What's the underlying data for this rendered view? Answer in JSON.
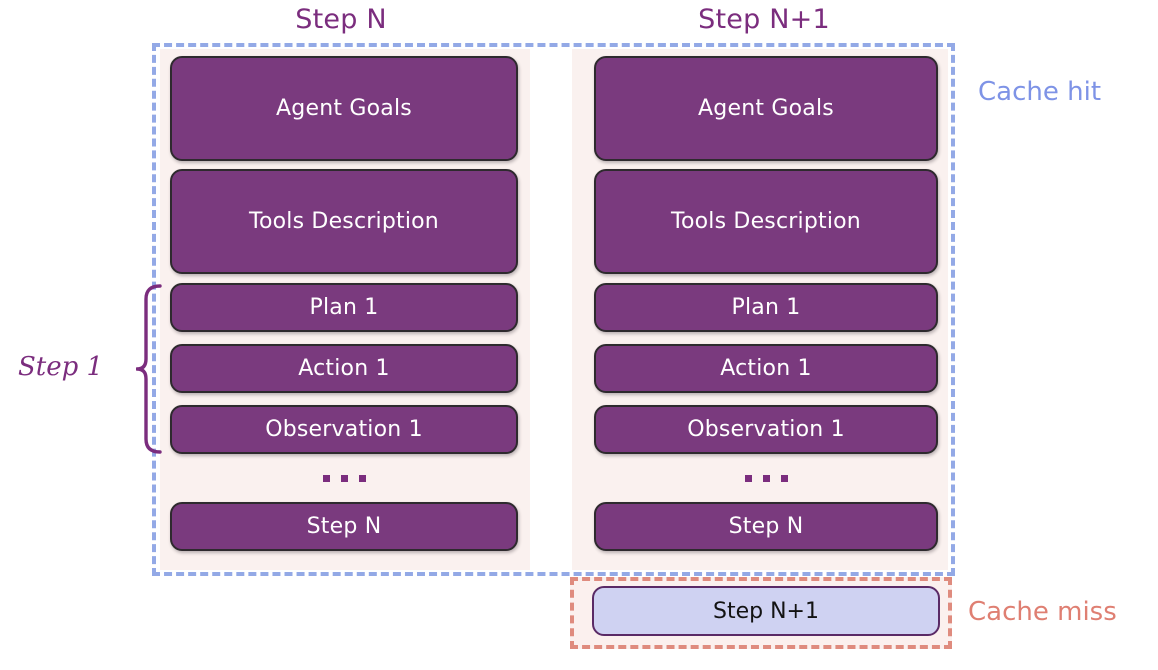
{
  "columns": [
    {
      "header": "Step N",
      "boxes": [
        {
          "label": "Agent Goals"
        },
        {
          "label": "Tools Description"
        },
        {
          "label": "Plan 1"
        },
        {
          "label": "Action 1"
        },
        {
          "label": "Observation 1"
        },
        {
          "label": "Step N"
        }
      ],
      "ellipsis": "..."
    },
    {
      "header": "Step N+1",
      "boxes": [
        {
          "label": "Agent Goals"
        },
        {
          "label": "Tools Description"
        },
        {
          "label": "Plan 1"
        },
        {
          "label": "Action 1"
        },
        {
          "label": "Observation 1"
        },
        {
          "label": "Step N"
        }
      ],
      "ellipsis": "..."
    }
  ],
  "annotations": {
    "cache_hit": "Cache hit",
    "cache_miss": "Cache miss",
    "step_bracket": "Step 1"
  },
  "cache_miss_box": {
    "label": "Step N+1"
  },
  "colors": {
    "box_fill": "#7A3A7E",
    "box_border": "#2E2A2E",
    "box_text": "#FFFFFF",
    "panel_bg": "#FAF1EF",
    "cache_hit_border": "#93A9E6",
    "cache_hit_text": "#7E93E6",
    "cache_miss_border": "#DF8B7E",
    "cache_miss_text": "#DF7F72",
    "miss_box_fill": "#CFD2F2",
    "miss_box_border": "#5A2A66",
    "miss_box_text": "#131313",
    "header_text": "#7B2D7E",
    "bracket": "#7B2D7E",
    "page_bg": "#FFFFFF"
  }
}
